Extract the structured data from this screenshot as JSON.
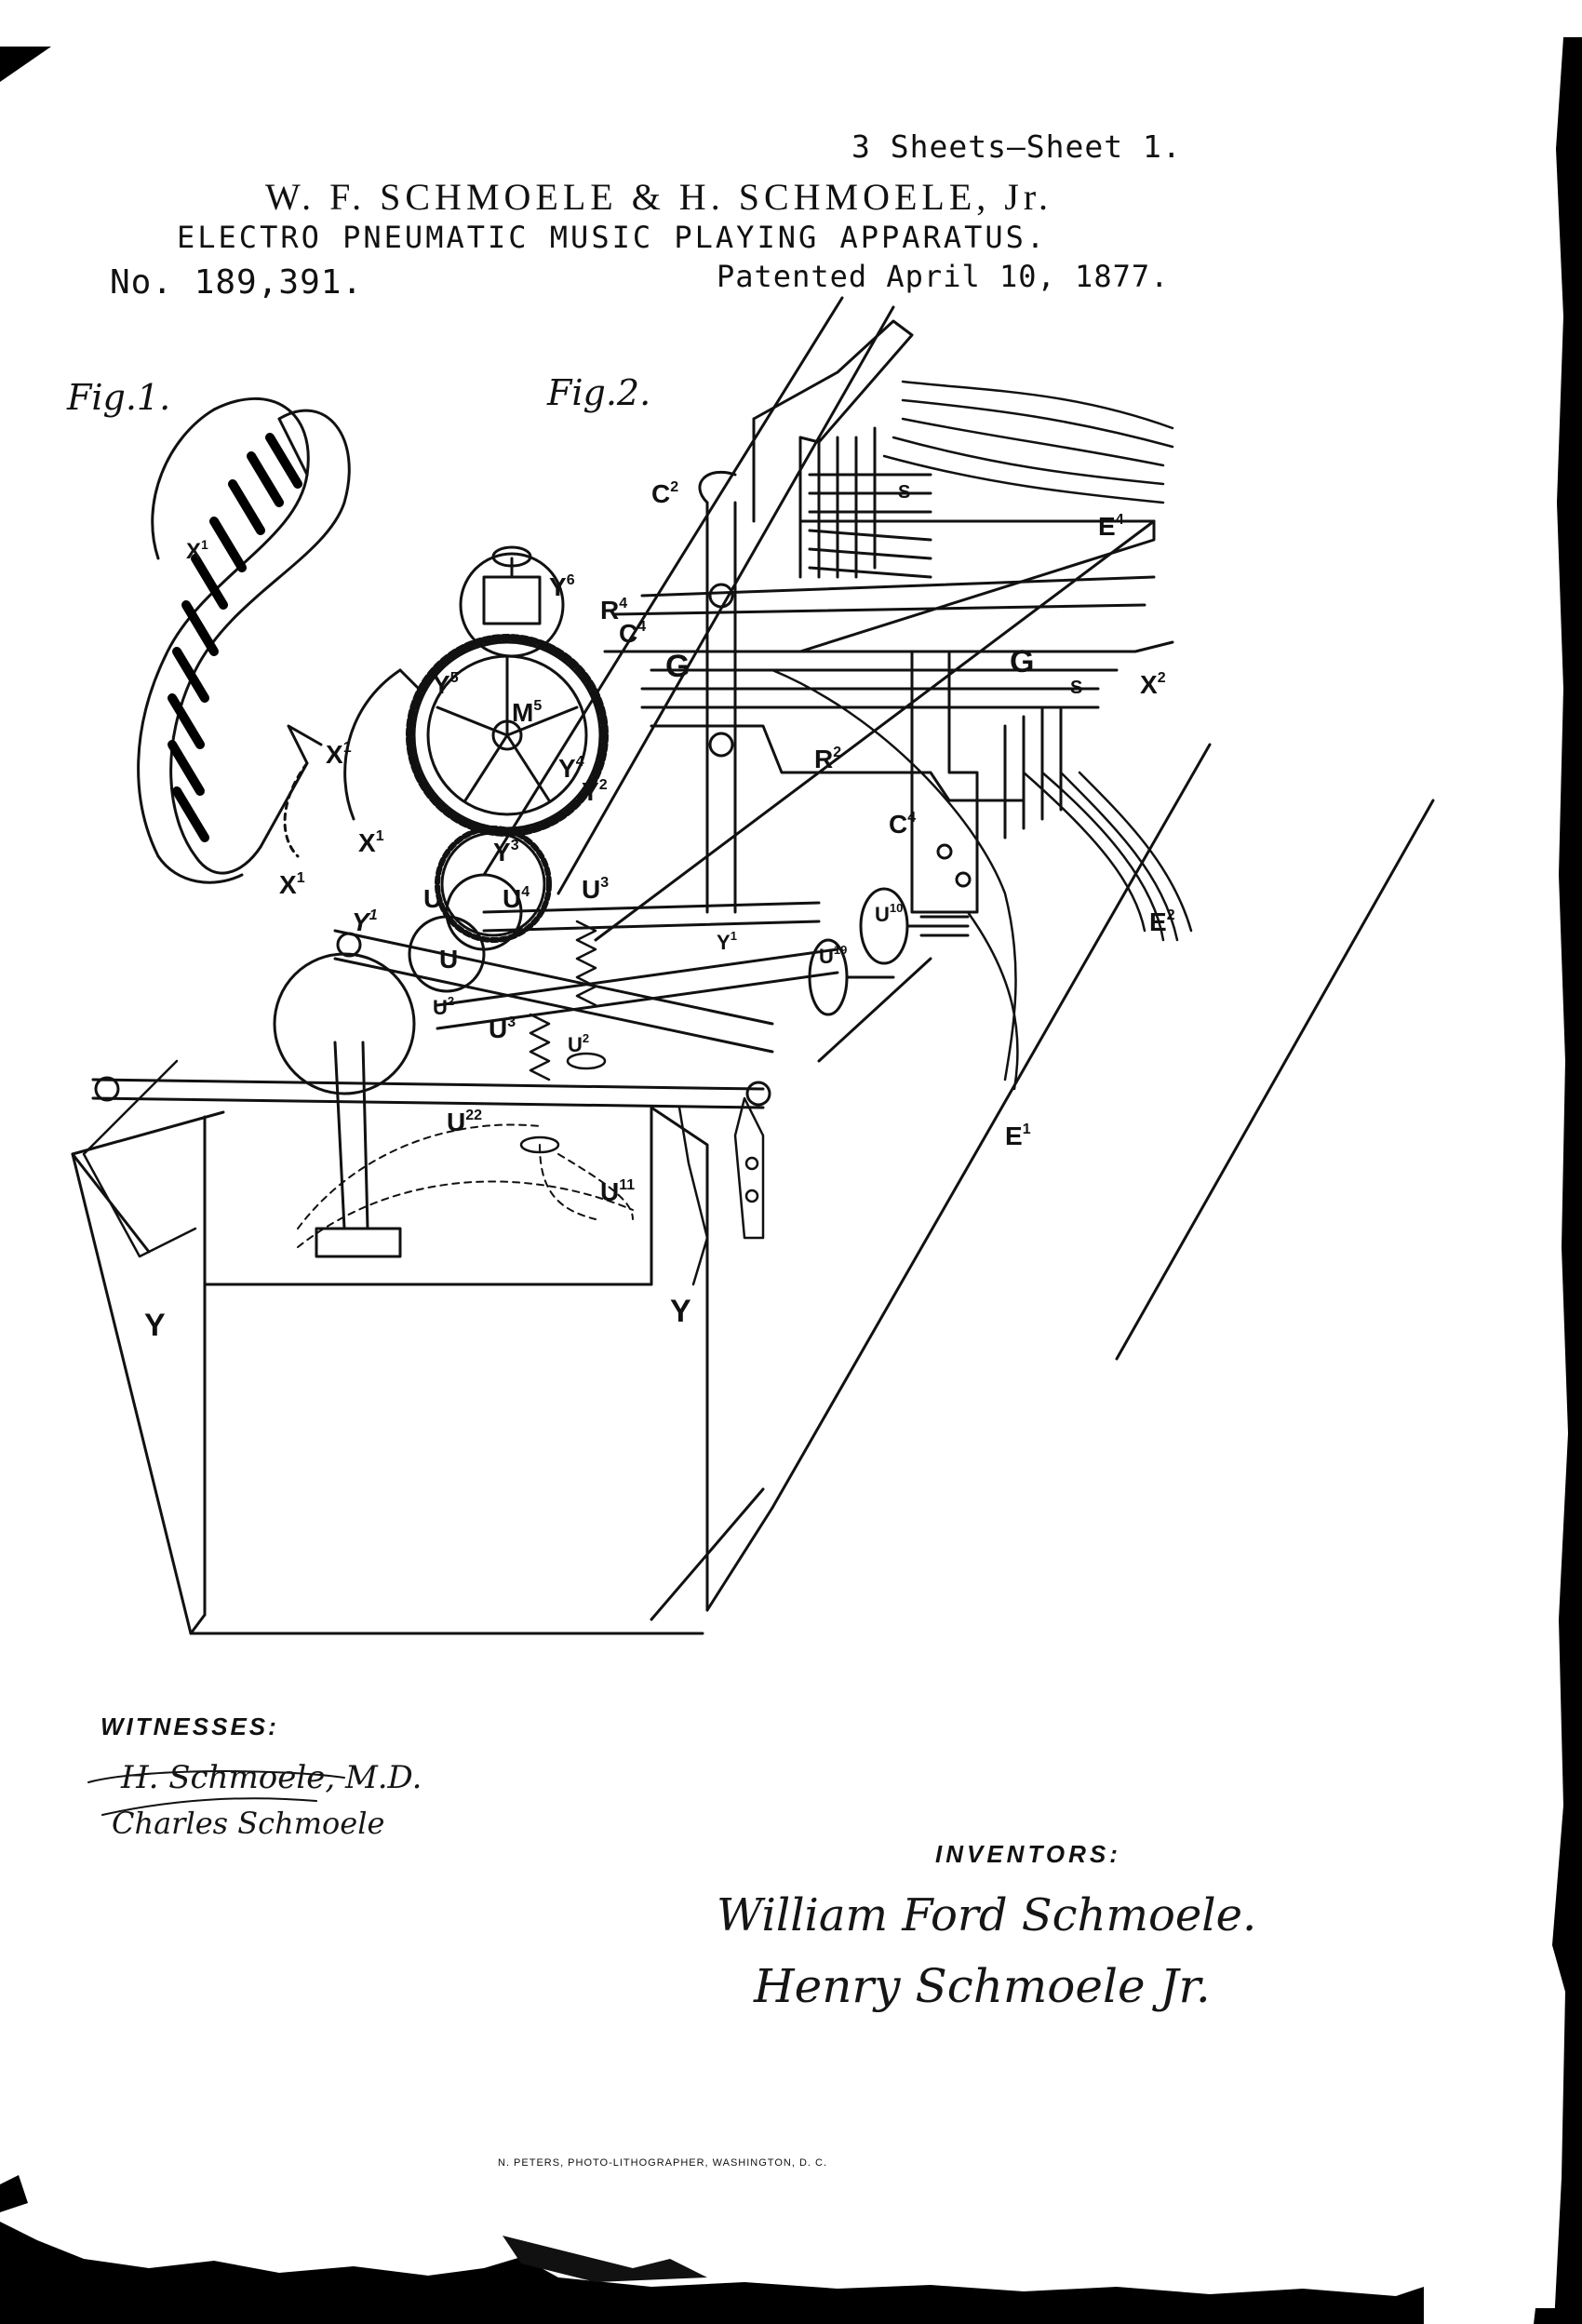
{
  "header": {
    "sheets": "3 Sheets—Sheet 1.",
    "names": "W. F. SCHMOELE & H. SCHMOELE, Jr.",
    "title": "ELECTRO PNEUMATIC MUSIC PLAYING APPARATUS.",
    "patent_number": "No. 189,391.",
    "patent_date": "Patented April 10, 1877."
  },
  "figures": {
    "fig1": "Fig.1.",
    "fig2": "Fig.2."
  },
  "labels": {
    "C2": "C",
    "C2_sup": "2",
    "R4": "R",
    "R4_sup": "4",
    "C4a": "C",
    "C4a_sup": "4",
    "G_left": "G",
    "G_right": "G",
    "R2": "R",
    "R2_sup": "2",
    "C4b": "C",
    "C4b_sup": "4",
    "Y6": "Y",
    "Y6_sup": "6",
    "Y5": "Y",
    "Y5_sup": "5",
    "M5": "M",
    "M5_sup": "5",
    "Y4": "Y",
    "Y4_sup": "4",
    "Y2": "Y",
    "Y2_sup": "2",
    "Y3": "Y",
    "Y3_sup": "3",
    "U_a": "U",
    "U_b": "U",
    "U4": "U",
    "U4_sup": "4",
    "U3a": "U",
    "U3a_sup": "3",
    "U3b": "U",
    "U3b_sup": "3",
    "U10": "U",
    "U10_sup": "10",
    "U19": "U",
    "U19_sup": "19",
    "U22": "U",
    "U22_sup": "22",
    "U11": "U",
    "U11_sup": "11",
    "U2a": "U",
    "U2a_sup": "2",
    "U2b": "U",
    "U2b_sup": "2",
    "Y1a": "Y",
    "Y1a_sup": "1",
    "Y1b": "Y",
    "Y1b_sup": "1",
    "X1a": "X",
    "X1a_sup": "1",
    "X1b": "X",
    "X1b_sup": "1",
    "X1c": "X",
    "X1c_sup": "1",
    "X1d": "X",
    "X1d_sup": "1",
    "X2": "X",
    "X2_sup": "2",
    "E4": "E",
    "E4_sup": "4",
    "E2": "E",
    "E2_sup": "2",
    "E1": "E",
    "E1_sup": "1",
    "Y_left": "Y",
    "Y_right": "Y",
    "S": "S"
  },
  "witnesses": {
    "heading": "WITNESSES:",
    "sig1": "H. Schmoele, M.D.",
    "sig2": "Charles Schmoele"
  },
  "inventors": {
    "heading": "INVENTORS:",
    "sig1": "William Ford Schmoele.",
    "sig2": "Henry Schmoele Jr."
  },
  "printer": "N. PETERS, PHOTO-LITHOGRAPHER, WASHINGTON, D. C."
}
